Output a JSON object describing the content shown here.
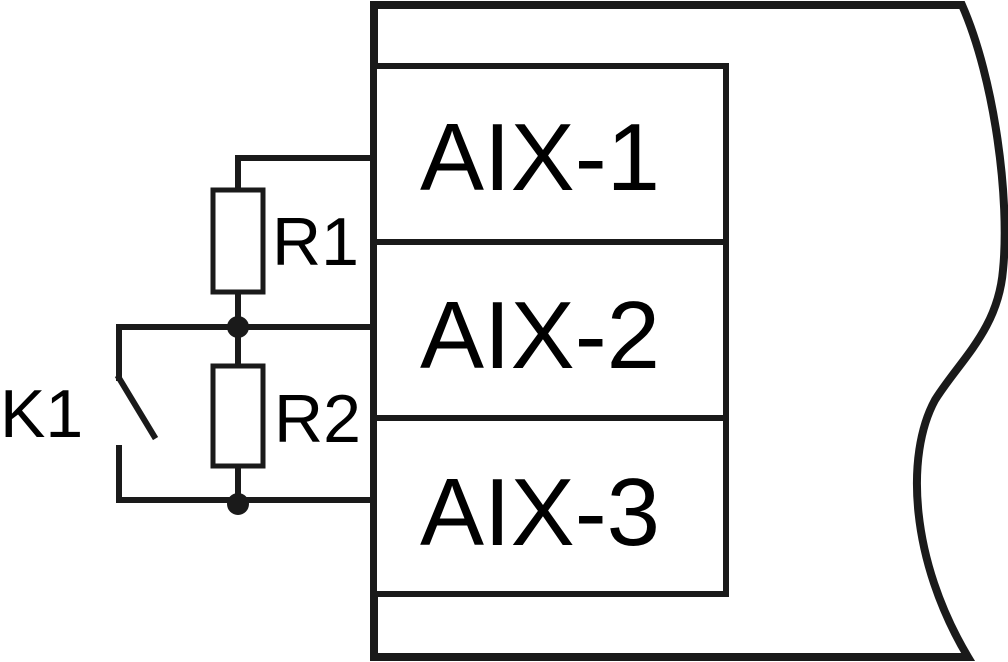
{
  "terminals": {
    "aix1": "AIX-1",
    "aix2": "AIX-2",
    "aix3": "AIX-3"
  },
  "components": {
    "r1": "R1",
    "r2": "R2",
    "k1": "K1"
  },
  "colors": {
    "line": "#1a1a1a",
    "background": "#ffffff"
  }
}
